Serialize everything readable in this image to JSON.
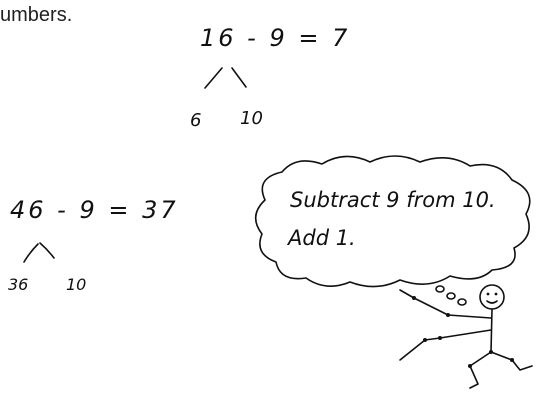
{
  "page_fragment": "umbers.",
  "example1": {
    "equation": "16 - 9 = 7",
    "parts": [
      "6",
      "10"
    ]
  },
  "example2": {
    "equation": "46 - 9 = 37",
    "parts": [
      "36",
      "10"
    ]
  },
  "thought": {
    "line1": "Subtract 9 from 10.",
    "line2": "Add 1."
  }
}
